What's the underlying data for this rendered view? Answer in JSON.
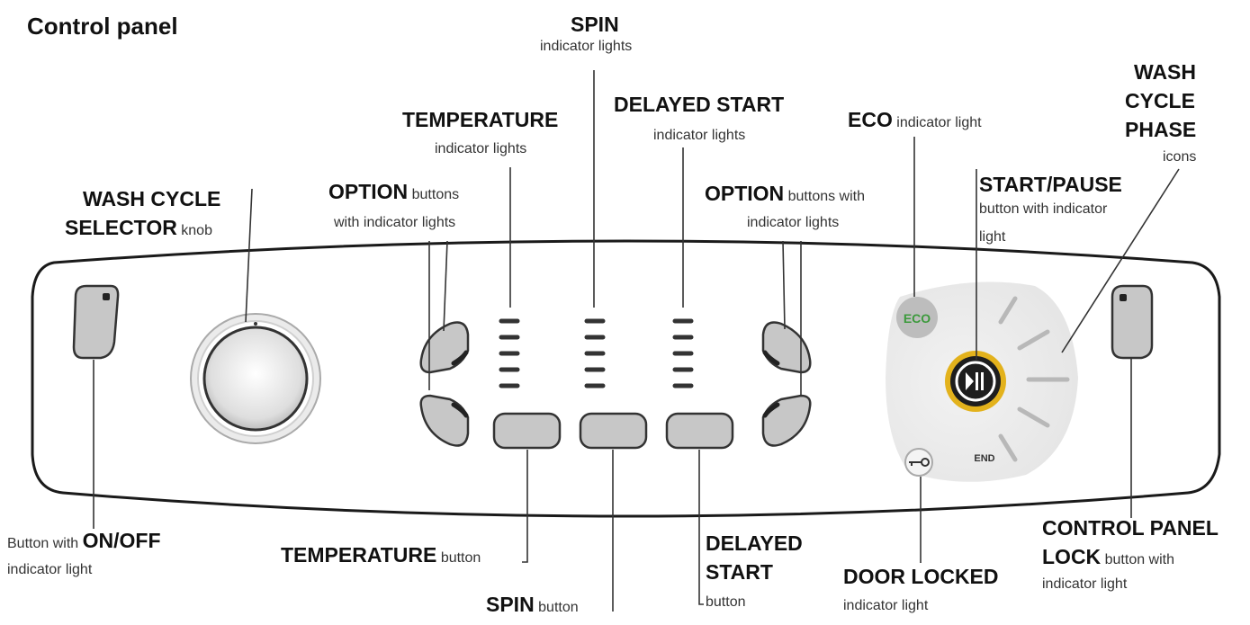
{
  "title": "Control panel",
  "labels": {
    "spin_ind_title": "SPIN",
    "spin_ind_sub": "indicator lights",
    "temp_ind_title": "TEMPERATURE",
    "temp_ind_sub": "indicator lights",
    "delayed_ind_title": "DELAYED START",
    "delayed_ind_sub": "indicator lights",
    "eco_title": "ECO",
    "eco_sub": "indicator light",
    "phase_l1": "WASH",
    "phase_l2": "CYCLE",
    "phase_l3": "PHASE",
    "phase_sub": "icons",
    "selector_l1": "WASH CYCLE",
    "selector_l2": "SELECTOR",
    "selector_sub": "knob",
    "opt_left_title": "OPTION",
    "opt_left_sub1": "buttons",
    "opt_left_sub2": "with indicator lights",
    "opt_right_title": "OPTION",
    "opt_right_sub1": "buttons with",
    "opt_right_sub2": "indicator lights",
    "start_title": "START/PAUSE",
    "start_sub1": "button with indicator",
    "start_sub2": "light",
    "onoff_pre": "Button with",
    "onoff_title": "ON/OFF",
    "onoff_sub": "indicator light",
    "temp_btn_title": "TEMPERATURE",
    "temp_btn_sub": "button",
    "spin_btn_title": "SPIN",
    "spin_btn_sub": "button",
    "delayed_btn_l1": "DELAYED",
    "delayed_btn_l2": "START",
    "delayed_btn_sub": "button",
    "door_title": "DOOR LOCKED",
    "door_sub": "indicator light",
    "lock_l1": "CONTROL PANEL",
    "lock_l2": "LOCK",
    "lock_sub1": "button with",
    "lock_sub2": "indicator light"
  },
  "panel_text": {
    "eco": "ECO",
    "end": "END"
  },
  "colors": {
    "eco_green": "#3c9a3c",
    "start_ring": "#e3b21c",
    "button_gray": "#c8c8c8"
  }
}
